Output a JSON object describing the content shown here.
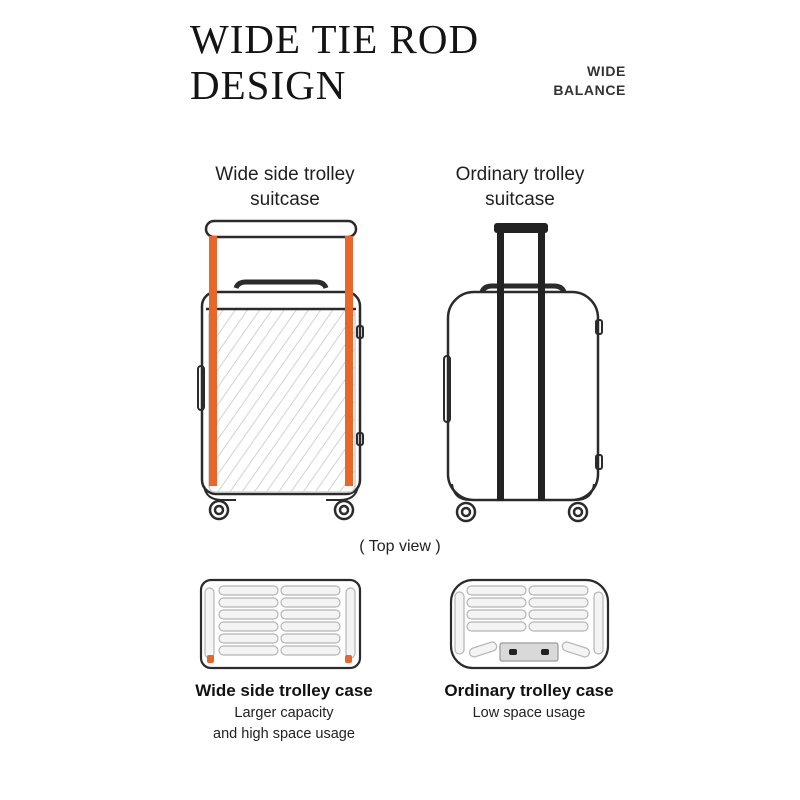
{
  "header": {
    "title_line1": "WIDE TIE ROD",
    "title_line2": "DESIGN",
    "badge_line1": "WIDE",
    "badge_line2": "BALANCE"
  },
  "wide_suitcase": {
    "caption_line1": "Wide side trolley",
    "caption_line2": "suitcase"
  },
  "ordinary_suitcase": {
    "caption_line1": "Ordinary trolley",
    "caption_line2": "suitcase"
  },
  "top_view_label": "( Top view )",
  "wide_case": {
    "title": "Wide side trolley case",
    "desc_line1": "Larger capacity",
    "desc_line2": "and high space usage"
  },
  "ordinary_case": {
    "title": "Ordinary trolley case",
    "desc_line1": "Low space usage"
  },
  "colors": {
    "accent": "#e8662a",
    "outline": "#2b2b2b",
    "handle": "#222222"
  }
}
